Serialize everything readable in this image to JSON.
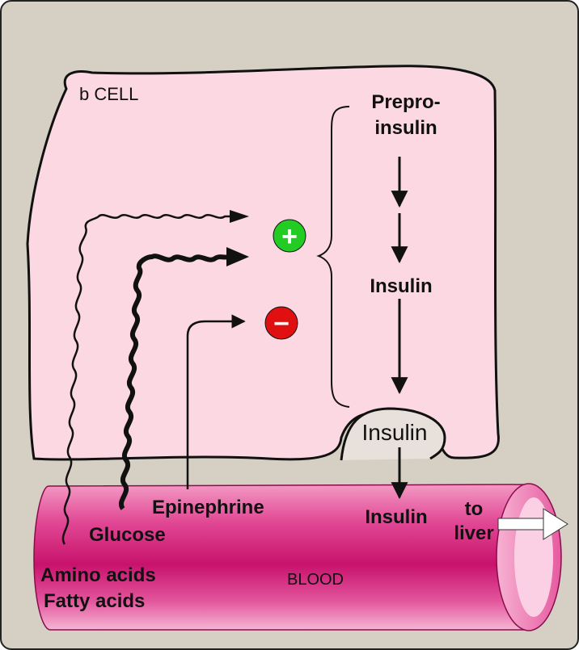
{
  "cell": {
    "label": "b CELL"
  },
  "pathway": {
    "prepro_line1": "Prepro-",
    "prepro_line2": "insulin",
    "insulin_mid": "Insulin",
    "insulin_granule": "Insulin",
    "insulin_blood": "Insulin"
  },
  "regulators": {
    "stimulate_symbol": "+",
    "inhibit_symbol": "−",
    "epinephrine": "Epinephrine",
    "glucose": "Glucose",
    "amino_acids": "Amino acids",
    "fatty_acids": "Fatty acids"
  },
  "blood": {
    "label": "BLOOD",
    "to_liver_line1": "to",
    "to_liver_line2": "liver"
  },
  "colors": {
    "background": "#d6d0c4",
    "cell_fill": "#fbd8e2",
    "vessel": "#d81b78",
    "stimulate": "#22cc22",
    "inhibit": "#e01010"
  }
}
